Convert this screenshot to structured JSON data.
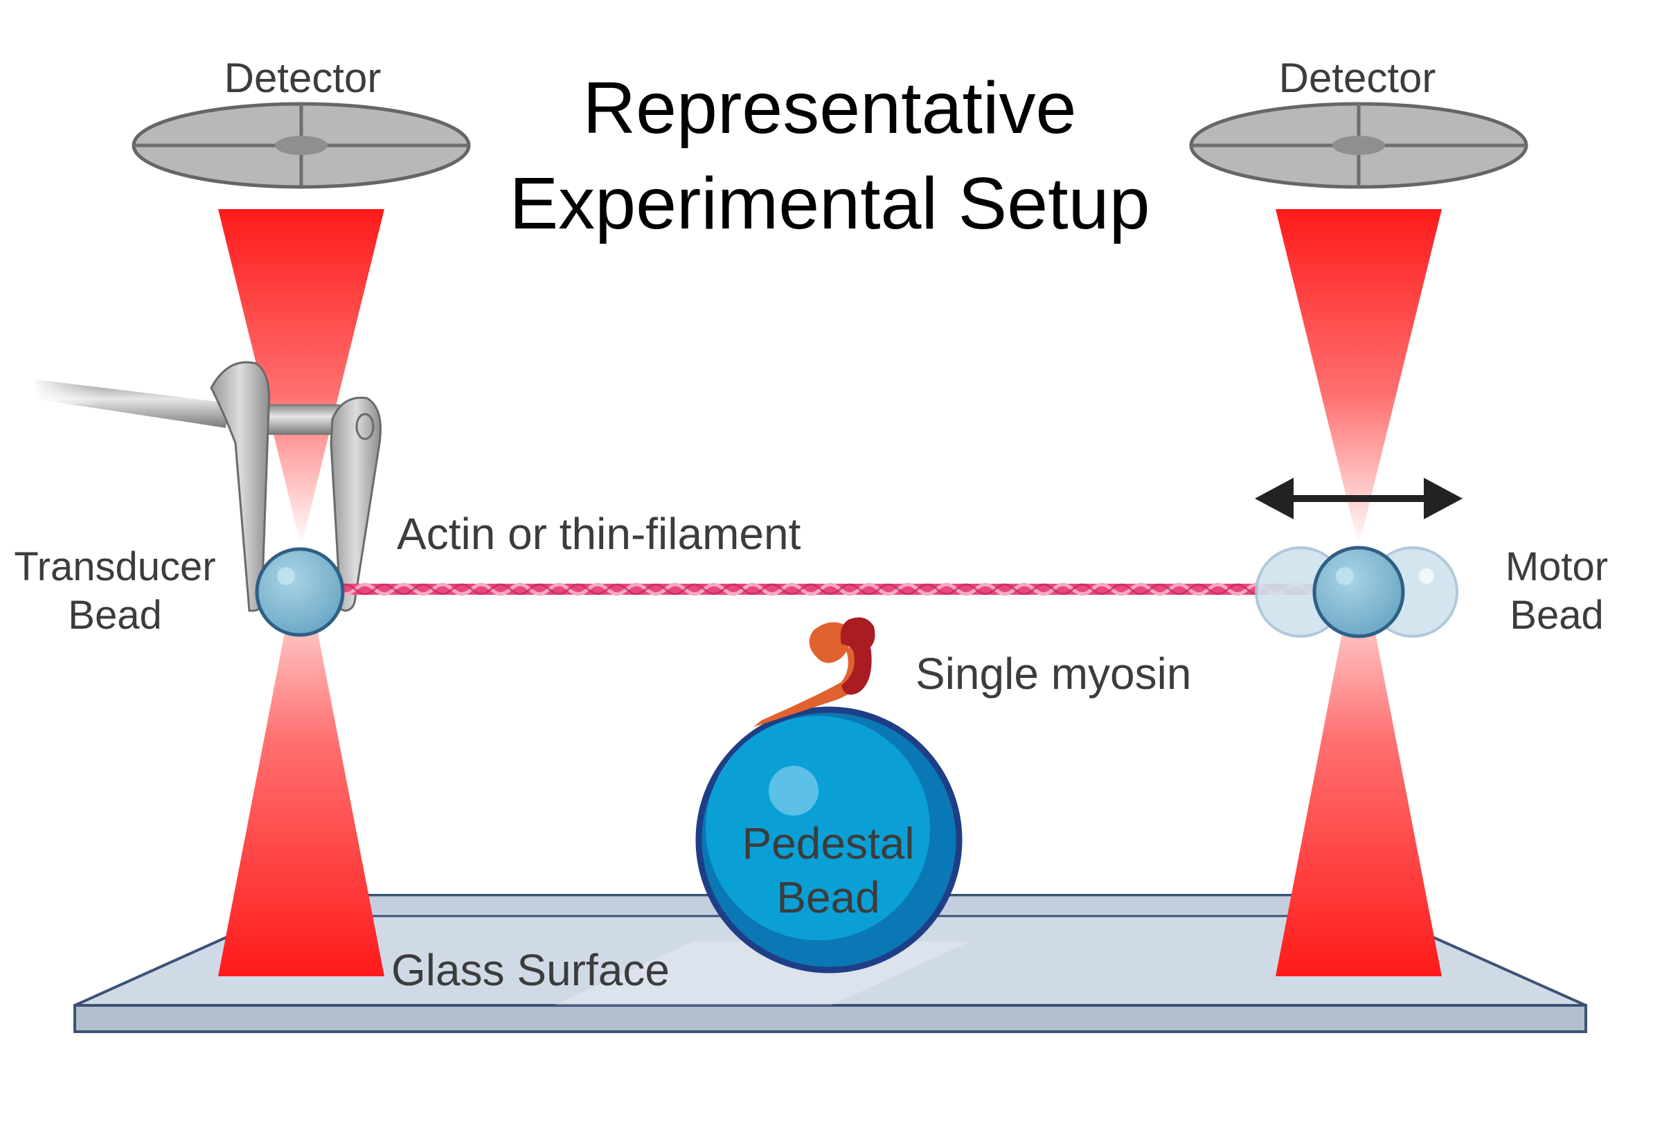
{
  "title": {
    "line1": "Representative",
    "line2": "Experimental Setup"
  },
  "labels": {
    "detector_left": "Detector",
    "detector_right": "Detector",
    "transducer_bead_line1": "Transducer",
    "transducer_bead_line2": "Bead",
    "motor_bead_line1": "Motor",
    "motor_bead_line2": "Bead",
    "actin": "Actin or thin-filament",
    "myosin": "Single myosin",
    "pedestal_line1": "Pedestal",
    "pedestal_line2": "Bead",
    "glass": "Glass Surface"
  },
  "colors": {
    "laser": "#ff1a1a",
    "bead": "#7fb8d3",
    "pedestal_bead": "#0a9bd2",
    "pedestal_rim": "#1e3f86",
    "actin": "#e8487c",
    "myosin_head": "#e0622e",
    "myosin_tail": "#a81c22",
    "glass": "#c9d4e2",
    "detector": "#b9b9b9"
  },
  "icons": {
    "clamp": "tweezers-clamp-icon",
    "motion": "double-arrow-icon"
  }
}
